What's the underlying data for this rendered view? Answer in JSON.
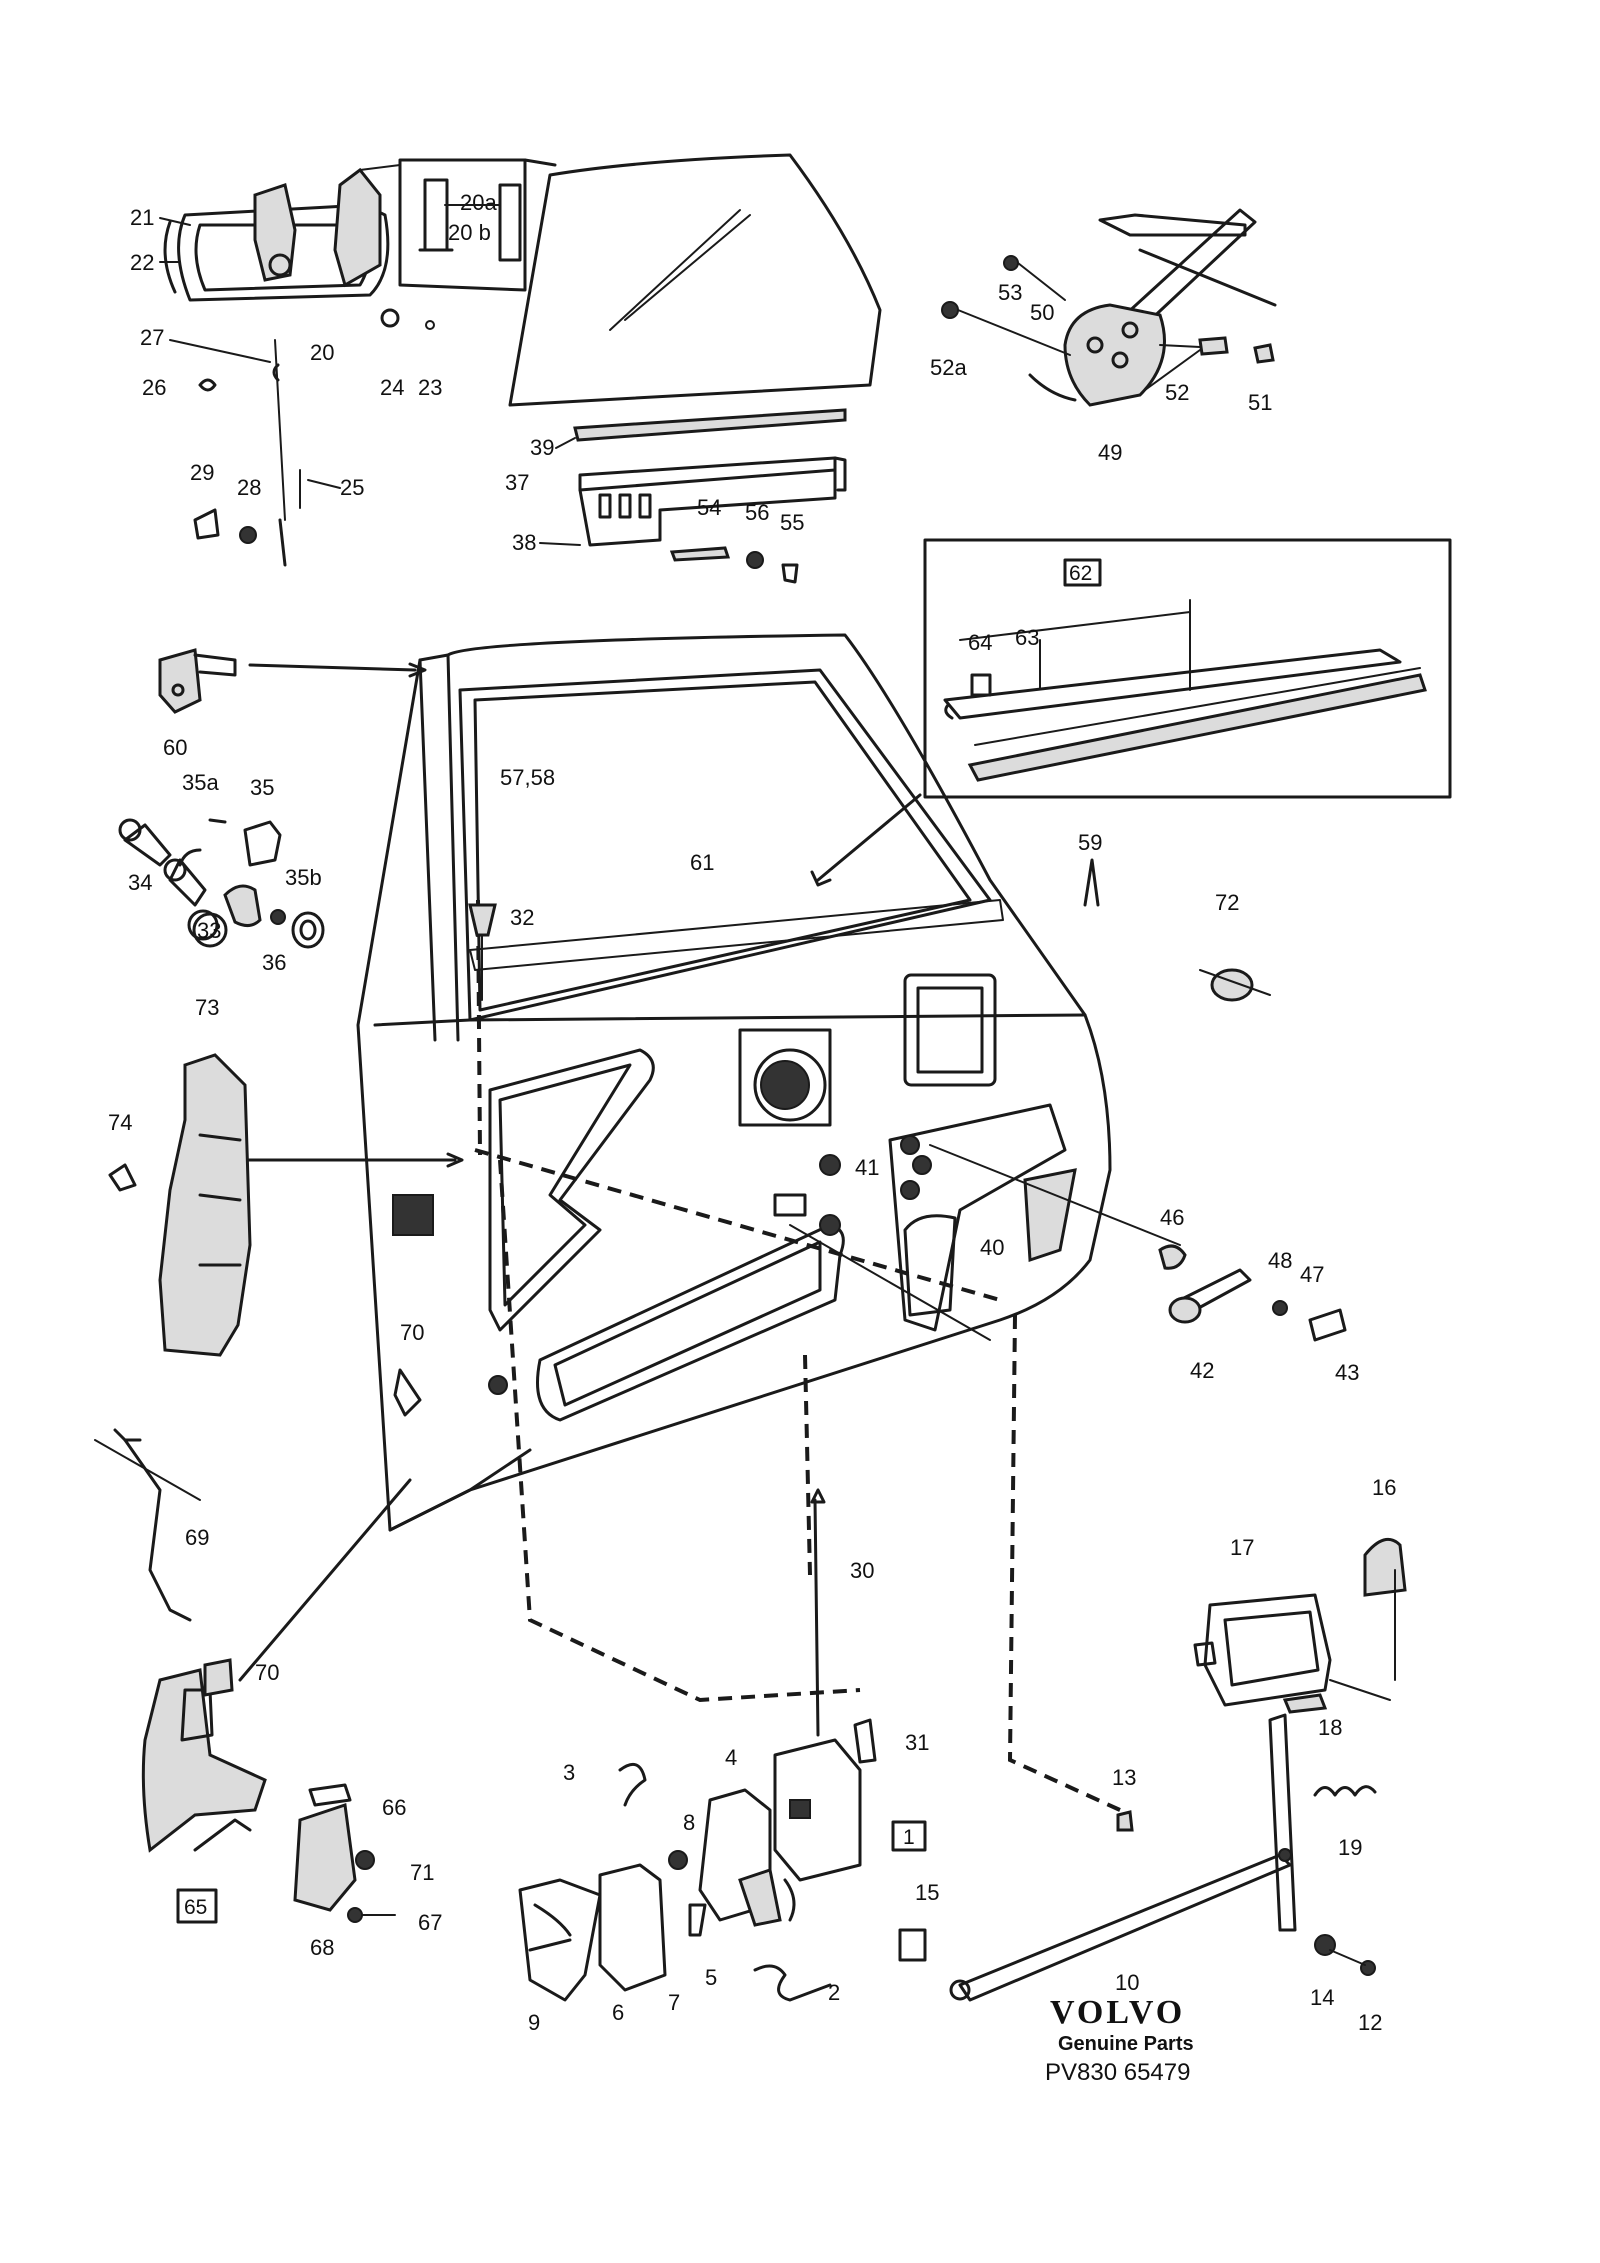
{
  "brand": {
    "name": "VOLVO",
    "tagline": "Genuine Parts",
    "part_number": "PV830 65479"
  },
  "callouts": {
    "c1": "1",
    "c2": "2",
    "c3": "3",
    "c4": "4",
    "c5": "5",
    "c6": "6",
    "c7": "7",
    "c8": "8",
    "c9": "9",
    "c10": "10",
    "c12": "12",
    "c13": "13",
    "c14": "14",
    "c15": "15",
    "c16": "16",
    "c17": "17",
    "c18": "18",
    "c19": "19",
    "c20": "20",
    "c20a": "20a",
    "c20b": "20 b",
    "c21": "21",
    "c22": "22",
    "c23": "23",
    "c24": "24",
    "c25": "25",
    "c26": "26",
    "c27": "27",
    "c28": "28",
    "c29": "29",
    "c30": "30",
    "c31": "31",
    "c32": "32",
    "c33": "33",
    "c34": "34",
    "c35": "35",
    "c35a": "35a",
    "c35b": "35b",
    "c36": "36",
    "c37": "37",
    "c38": "38",
    "c39": "39",
    "c40": "40",
    "c41": "41",
    "c42": "42",
    "c43": "43",
    "c46": "46",
    "c47": "47",
    "c48": "48",
    "c49": "49",
    "c50": "50",
    "c51": "51",
    "c52": "52",
    "c52a": "52a",
    "c53": "53",
    "c54": "54",
    "c55": "55",
    "c56": "56",
    "c5758": "57,58",
    "c59": "59",
    "c60": "60",
    "c61": "61",
    "c62": "62",
    "c63": "63",
    "c64": "64",
    "c65": "65",
    "c66": "66",
    "c67": "67",
    "c68": "68",
    "c69": "69",
    "c70a": "70",
    "c70b": "70",
    "c71": "71",
    "c72": "72",
    "c73": "73",
    "c74": "74"
  }
}
